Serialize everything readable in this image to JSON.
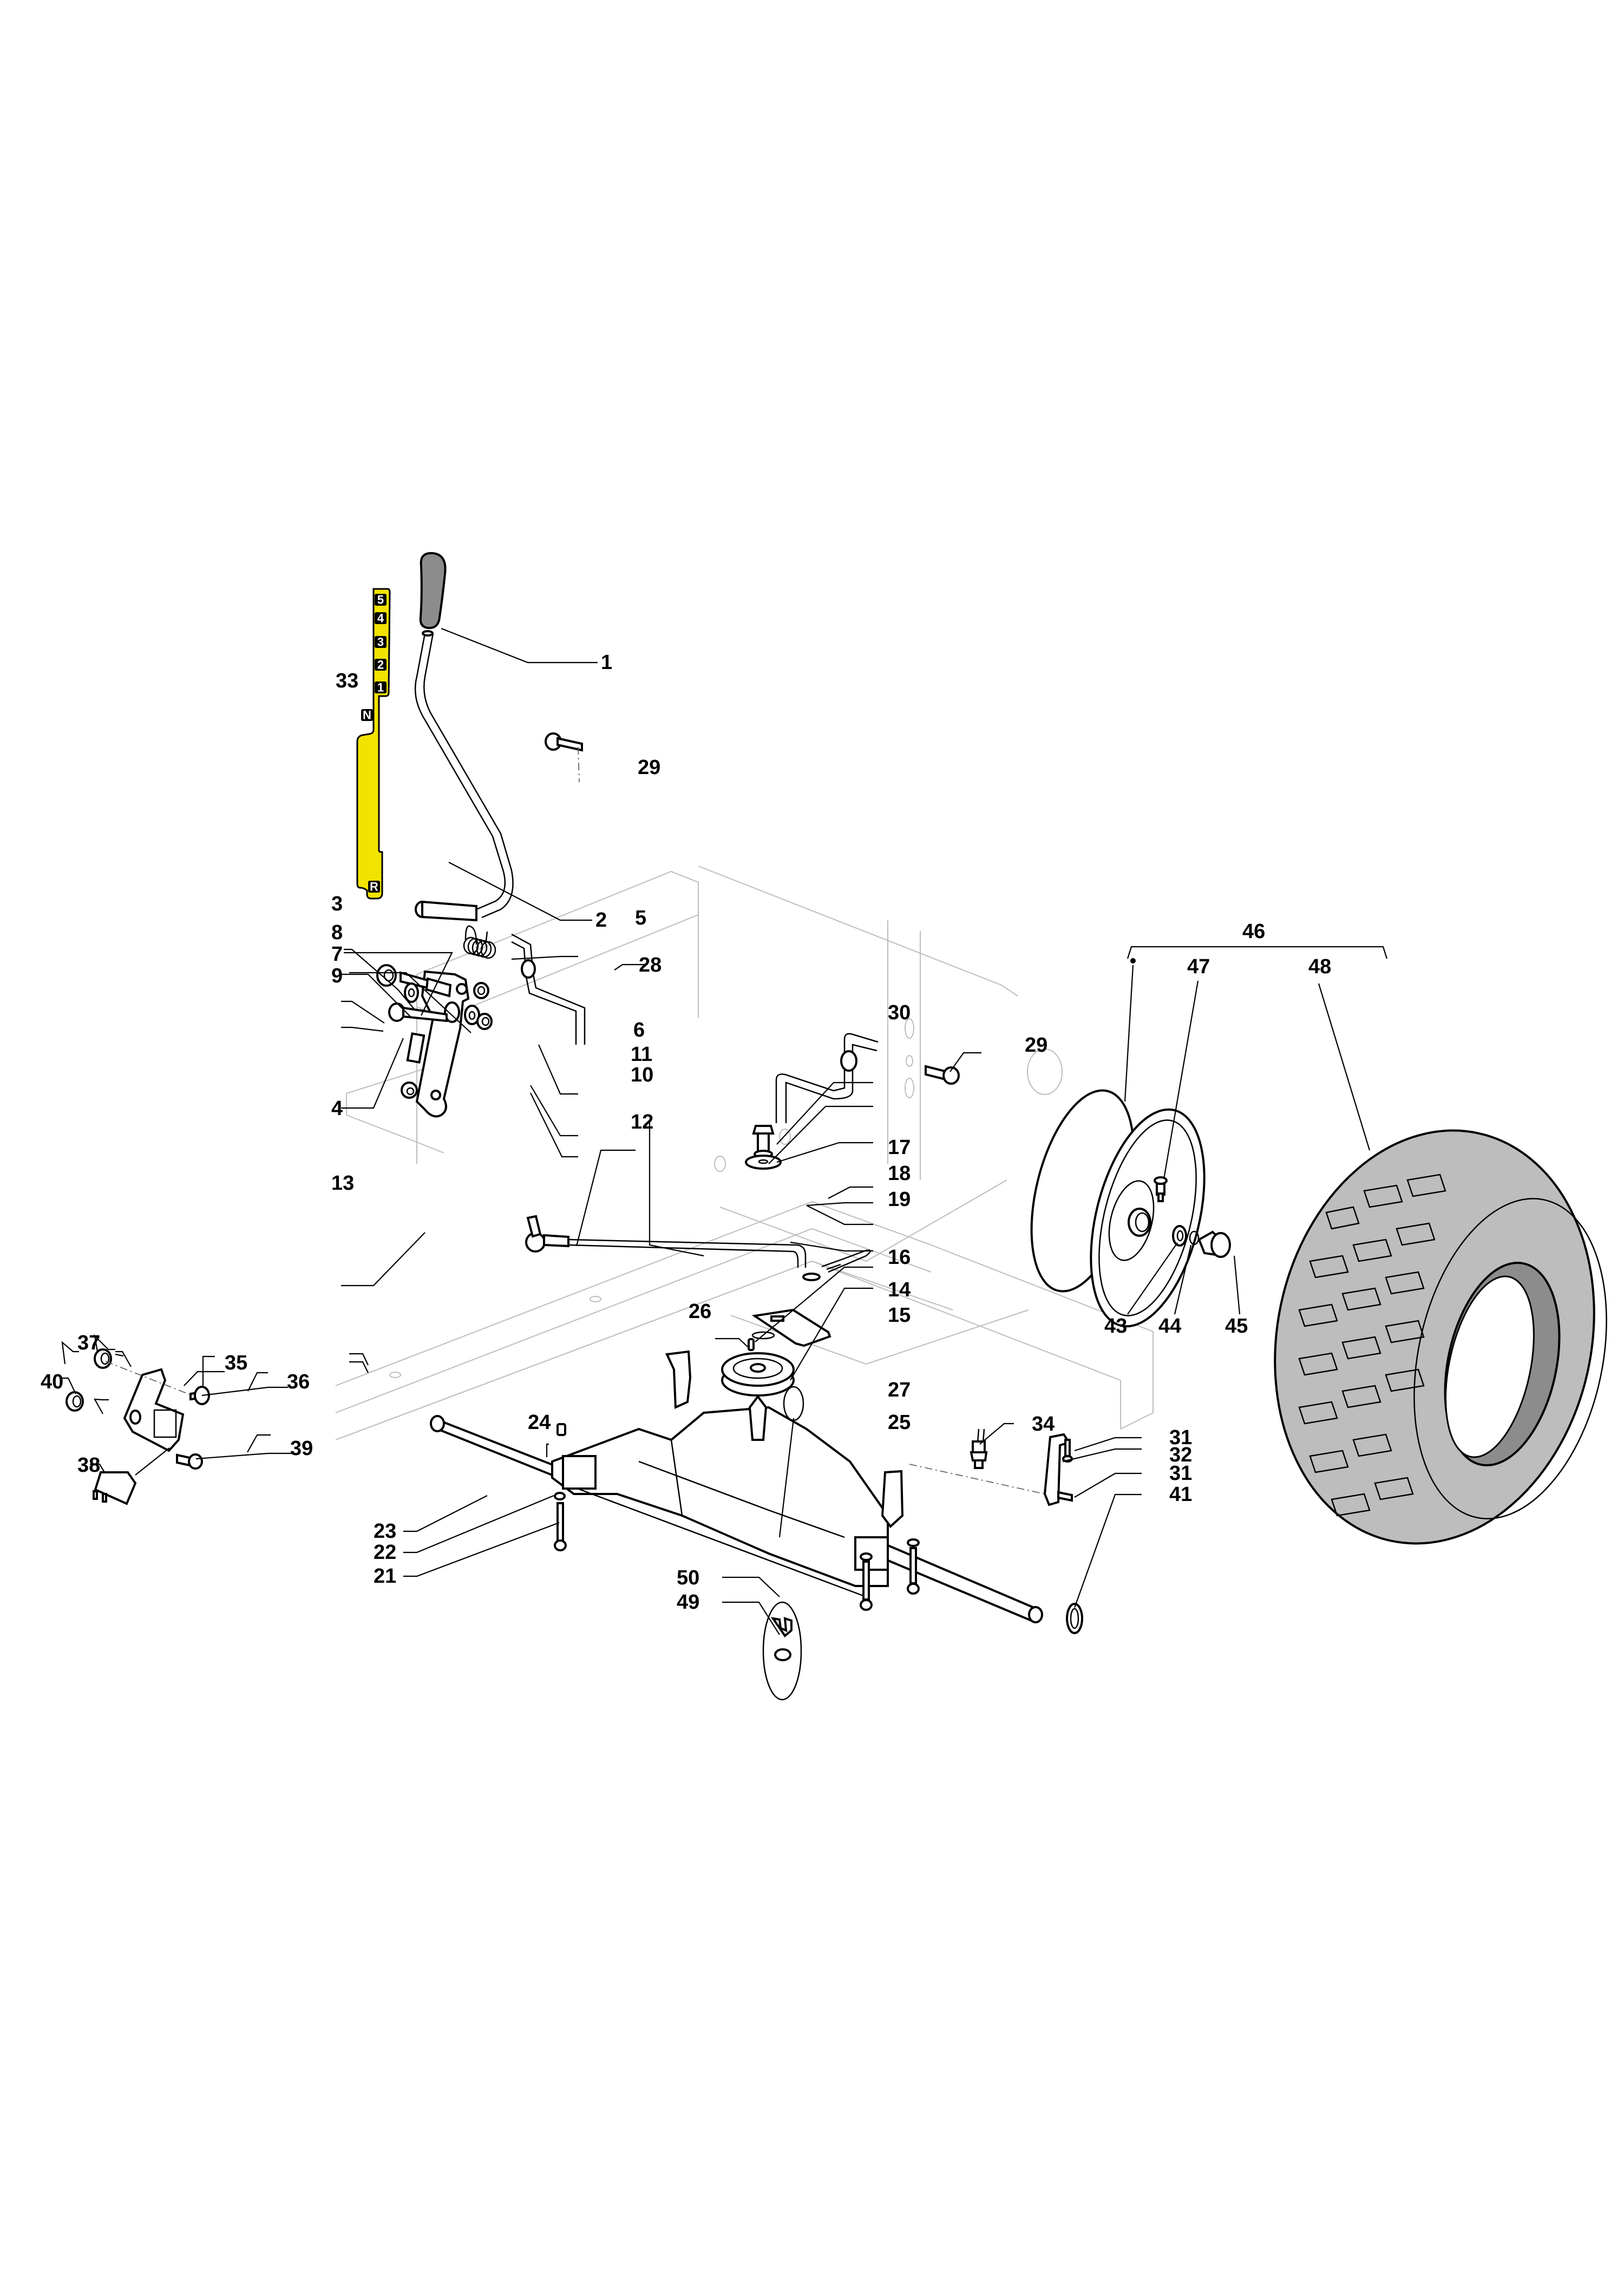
{
  "diagram": {
    "title": "Transmission / gear lever / rear wheel exploded parts view",
    "gear_decal": {
      "color": "#f2e400",
      "positions": [
        "5",
        "4",
        "3",
        "2",
        "1",
        "N",
        "R"
      ]
    },
    "assembly_bracket_label": "46",
    "assembly_marker": "•",
    "callouts": [
      {
        "id": "1",
        "part": "gear-lever-knob"
      },
      {
        "id": "2",
        "part": "gear-lever-rod"
      },
      {
        "id": "3",
        "part": "lever-bracket"
      },
      {
        "id": "4",
        "part": "long-bolt"
      },
      {
        "id": "5",
        "part": "spring"
      },
      {
        "id": "6",
        "part": "nut"
      },
      {
        "id": "7",
        "part": "stud-bolt"
      },
      {
        "id": "8",
        "part": "washer"
      },
      {
        "id": "9",
        "part": "nut"
      },
      {
        "id": "10",
        "part": "washer"
      },
      {
        "id": "11",
        "part": "nut"
      },
      {
        "id": "12",
        "part": "linkage-rod"
      },
      {
        "id": "13",
        "part": "nut"
      },
      {
        "id": "14",
        "part": "washer"
      },
      {
        "id": "15",
        "part": "control-arm-plate"
      },
      {
        "id": "16",
        "part": "r-clip"
      },
      {
        "id": "17",
        "part": "bolt"
      },
      {
        "id": "18",
        "part": "spring-washer"
      },
      {
        "id": "19",
        "part": "flat-washer"
      },
      {
        "id": "21",
        "part": "bolt"
      },
      {
        "id": "22",
        "part": "washer"
      },
      {
        "id": "23",
        "part": "transaxle"
      },
      {
        "id": "24",
        "part": "spacer"
      },
      {
        "id": "25",
        "part": "pulley"
      },
      {
        "id": "26",
        "part": "key"
      },
      {
        "id": "27",
        "part": "circlip"
      },
      {
        "id": "28",
        "part": "rod"
      },
      {
        "id": "29",
        "part": "bolt"
      },
      {
        "id": "29",
        "part": "bolt"
      },
      {
        "id": "30",
        "part": "rod"
      },
      {
        "id": "31",
        "part": "bolt"
      },
      {
        "id": "31",
        "part": "bolt"
      },
      {
        "id": "32",
        "part": "bracket"
      },
      {
        "id": "33",
        "part": "gear-decal"
      },
      {
        "id": "34",
        "part": "neutral-switch"
      },
      {
        "id": "35",
        "part": "switch-bracket"
      },
      {
        "id": "36",
        "part": "rivet"
      },
      {
        "id": "37",
        "part": "nut"
      },
      {
        "id": "38",
        "part": "micro-switch"
      },
      {
        "id": "39",
        "part": "bolt"
      },
      {
        "id": "40",
        "part": "nut"
      },
      {
        "id": "41",
        "part": "washer"
      },
      {
        "id": "43",
        "part": "rim"
      },
      {
        "id": "44",
        "part": "circlip"
      },
      {
        "id": "45",
        "part": "hub-cap"
      },
      {
        "id": "47",
        "part": "valve"
      },
      {
        "id": "48",
        "part": "tyre"
      },
      {
        "id": "49",
        "part": "washer"
      },
      {
        "id": "50",
        "part": "clip"
      }
    ]
  }
}
